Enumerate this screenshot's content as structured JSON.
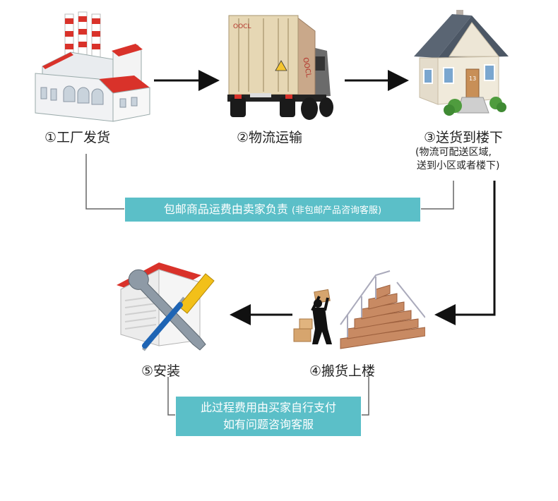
{
  "steps": {
    "s1": {
      "label": "①工厂发货"
    },
    "s2": {
      "label": "②物流运输"
    },
    "s3": {
      "label": "③送货到楼下",
      "note_line1": "(物流可配送区域,",
      "note_line2": "送到小区或者楼下)"
    },
    "s4": {
      "label": "④搬货上楼"
    },
    "s5": {
      "label": "⑤安装"
    }
  },
  "banner_top": {
    "main": "包邮商品运费由卖家负责",
    "sub": "(非包邮产品咨询客服)"
  },
  "banner_bottom": {
    "line1": "此过程费用由买家自行支付",
    "line2": "如有问题咨询客服"
  },
  "truck": {
    "brand_text": "OOCL"
  },
  "house": {
    "door_number": "13"
  },
  "colors": {
    "banner": "#5bbfc8",
    "roof_red": "#d9322a",
    "arrow": "#111111",
    "bracket": "#666666"
  }
}
